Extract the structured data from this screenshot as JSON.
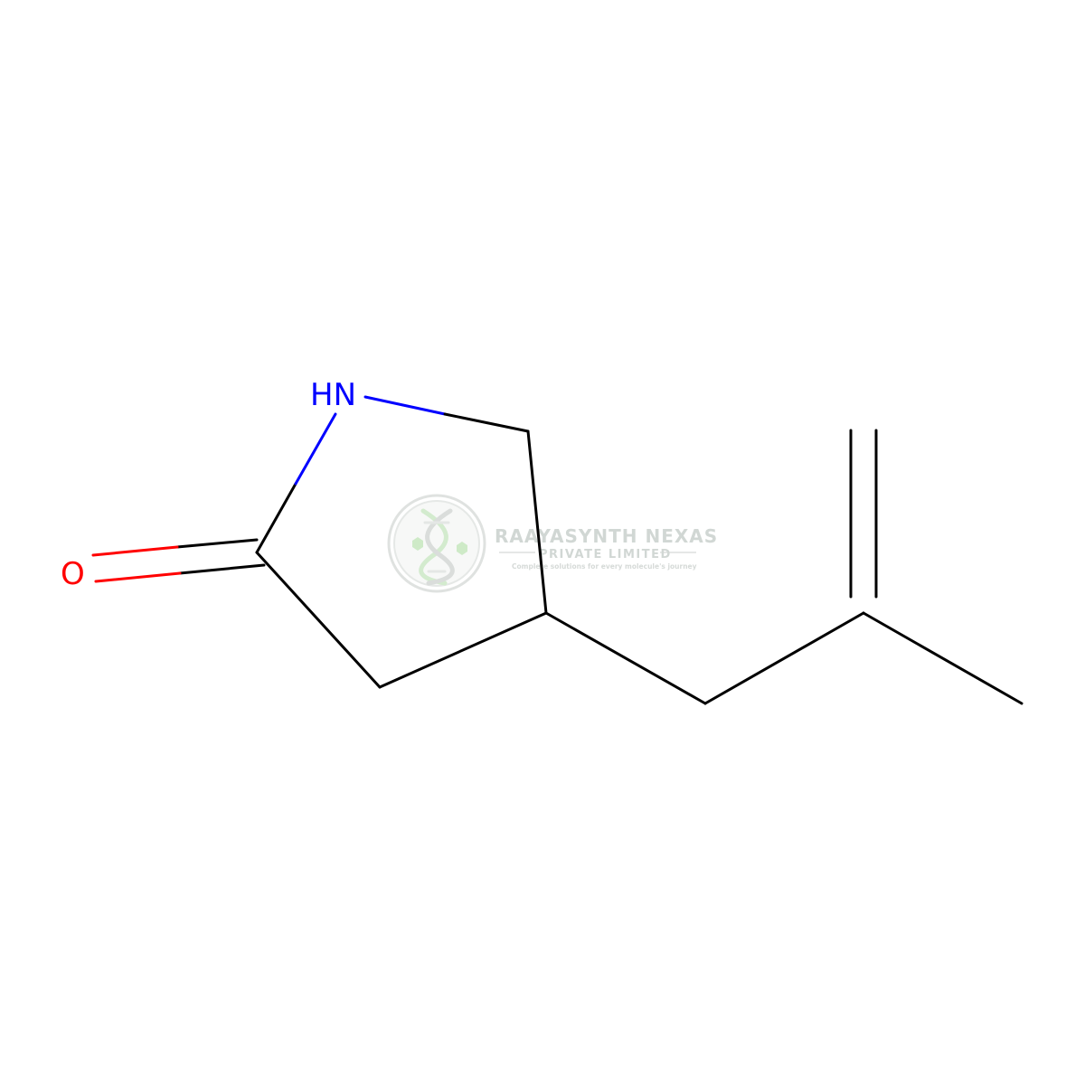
{
  "molecule": {
    "atoms": {
      "nitrogen_label": "HN",
      "oxygen_label": "O"
    },
    "colors": {
      "bond": "#000000",
      "nitrogen": "#0000ff",
      "oxygen": "#ff0000"
    }
  },
  "watermark": {
    "line1": "RAAYASYNTH NEXAS",
    "line2": "PRIVATE LIMITED",
    "line3": "Complete solutions for every molecule's journey",
    "colors": {
      "text": "#c8d0cc",
      "accent": "#b6e0b0",
      "circle": "#d9dcda"
    }
  }
}
